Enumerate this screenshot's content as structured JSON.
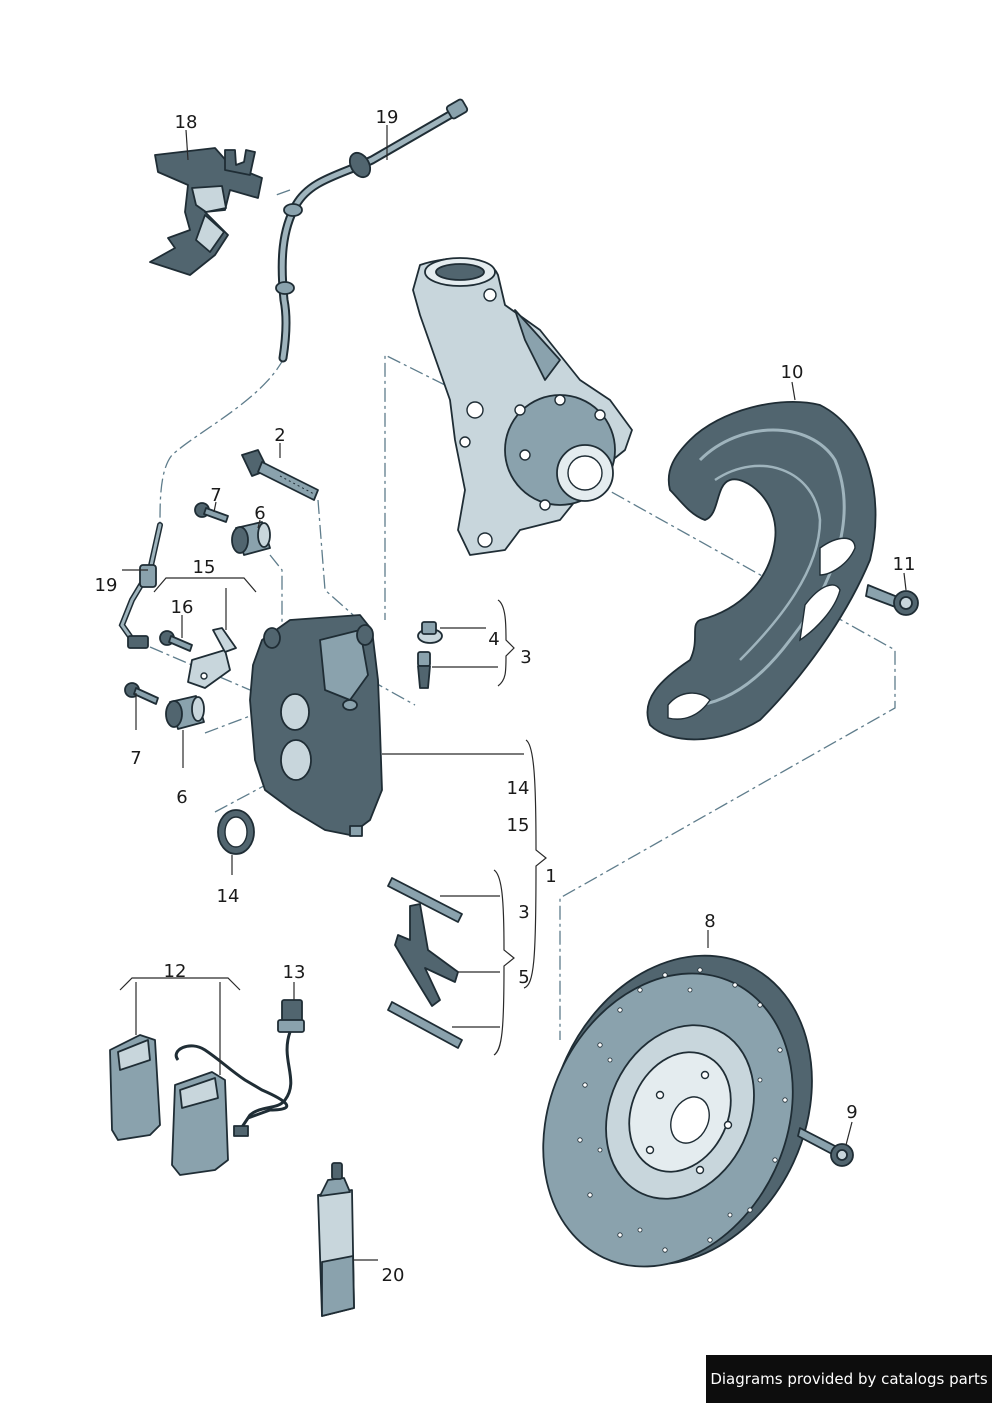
{
  "labels": {
    "l18": "18",
    "l19a": "19",
    "l19b": "19",
    "l2": "2",
    "l7a": "7",
    "l6a": "6",
    "l15a": "15",
    "l16": "16",
    "l4": "4",
    "l3a": "3",
    "l7b": "7",
    "l6b": "6",
    "l14a": "14",
    "l15b": "15",
    "l14b": "14",
    "l1": "1",
    "l3b": "3",
    "l5": "5",
    "l10": "10",
    "l11": "11",
    "l12": "12",
    "l13": "13",
    "l8": "8",
    "l9": "9",
    "l20": "20"
  },
  "credit": "Diagrams provided by catalogs parts",
  "colors": {
    "steel": "#51656f",
    "steel_light": "#c8d6dc",
    "axis": "#5f7d8c"
  }
}
